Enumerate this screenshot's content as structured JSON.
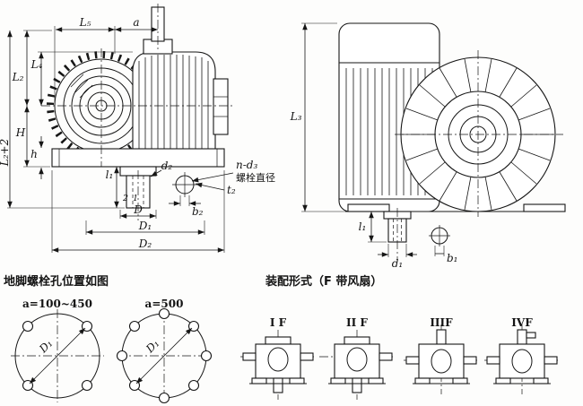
{
  "drawing": {
    "stroke": "#161616",
    "background": "#fdfdfc"
  },
  "front_view": {
    "dims": {
      "L5": "L₅",
      "a": "a",
      "L2": "L₂",
      "L4": "L₄",
      "H": "H",
      "h": "h",
      "L2p2": "L₂+2",
      "l1": "l₁",
      "num2": "2",
      "num1": "1",
      "d2": "d₂",
      "D": "D",
      "b2": "b₂",
      "t2": "t₂",
      "D1": "D₁",
      "D2": "D₂",
      "nd3": "n-d₃",
      "bolt_dia": "螺栓直径"
    }
  },
  "side_view": {
    "dims": {
      "L3": "L₃",
      "l1": "l₁",
      "d1": "d₁",
      "b1": "b₁"
    }
  },
  "foot_bolts": {
    "title": "地脚螺栓孔位置如图",
    "circle_small": {
      "label": "a=100~450",
      "dia": "D₁"
    },
    "circle_large": {
      "label": "a=500",
      "dia": "D₁"
    }
  },
  "assembly": {
    "title": "装配形式（F 带风扇）",
    "variants": [
      {
        "label": "I F"
      },
      {
        "label": "II F"
      },
      {
        "label": "IIIF"
      },
      {
        "label": "IVF"
      }
    ]
  }
}
